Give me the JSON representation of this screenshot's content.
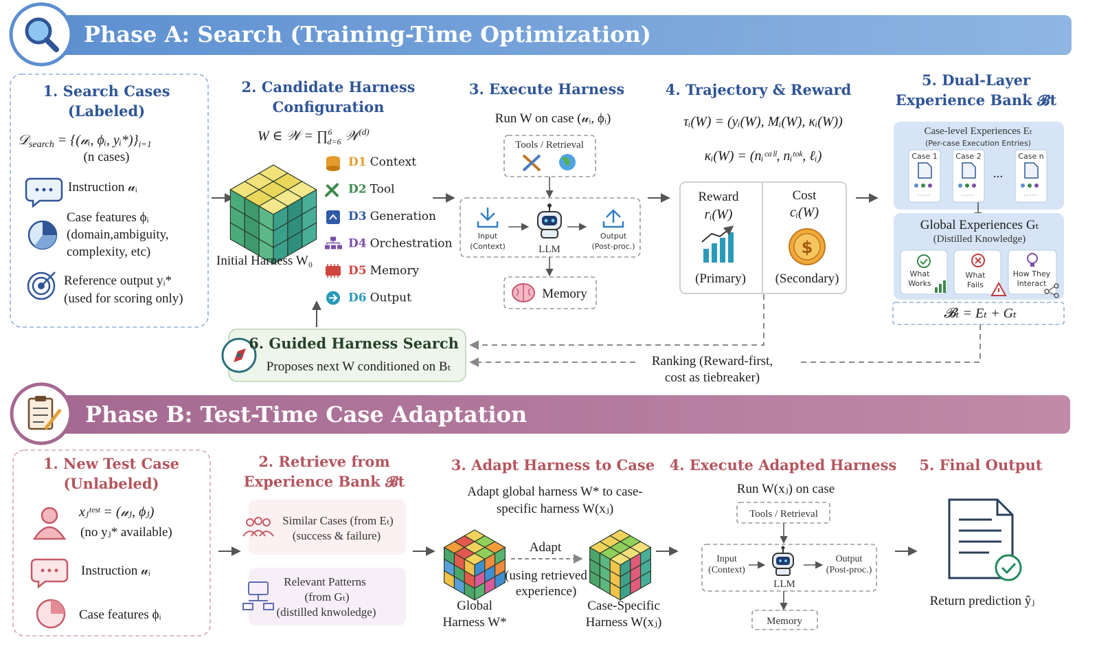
{
  "colors": {
    "blue": "#2f5597",
    "blue_banner": "#7ea7d8",
    "pink": "#b4555e",
    "pink_banner": "#b07b9b",
    "green": "#3a8a4c",
    "red": "#c23b3b",
    "orange": "#e39c2b",
    "purple": "#7a4fa8",
    "teal": "#2a9ab8"
  },
  "phaseA": {
    "title": "Phase A: Search (Training-Time Optimization)",
    "s1": {
      "title1": "1. Search Cases",
      "title2": "(Labeled)",
      "formula": "𝒟search = {(𝓊i, ϕi, yi*)}i=1",
      "formula_main": "𝒟",
      "formula_sub": "search",
      "formula_rest": " = {(𝓊ᵢ, ϕᵢ, yᵢ*)}",
      "formula_end": "i=1",
      "ncases": "(n cases)",
      "instr": "Instruction 𝓊ᵢ",
      "feat1": "Case features ϕᵢ",
      "feat2": "(domain,ambiguity,",
      "feat3": "complexity, etc)",
      "ref1": "Reference output yᵢ*",
      "ref2": "(used for scoring only)"
    },
    "s2": {
      "title1": "2. Candidate Harness",
      "title2": "Configuration",
      "formula": "W ∈ 𝒲 = ∏⁶d=6 𝒲⁽ᵈ⁾",
      "formula_a": "W ∈ 𝒲 = ∏",
      "formula_sup": "6",
      "formula_sub": "d=6",
      "formula_b": " 𝒲",
      "formula_c": "(d)",
      "initial": "Initial Harness W₀",
      "dims": [
        {
          "code": "D1",
          "name": "Context"
        },
        {
          "code": "D2",
          "name": "Tool"
        },
        {
          "code": "D3",
          "name": "Generation"
        },
        {
          "code": "D4",
          "name": "Orchestration"
        },
        {
          "code": "D5",
          "name": "Memory"
        },
        {
          "code": "D6",
          "name": "Output"
        }
      ]
    },
    "s3": {
      "title": "3. Execute Harness",
      "run": "Run W on case (𝓊ᵢ, ϕᵢ)",
      "tools": "Tools / Retrieval",
      "input1": "Input",
      "input2": "(Context)",
      "llm": "LLM",
      "output1": "Output",
      "output2": "(Post-proc.)",
      "memory": "Memory"
    },
    "s4": {
      "title": "4. Trajectory & Reward",
      "tau": "τᵢ(W) = (yᵢ(W), Mᵢ(W), κᵢ(W))",
      "kappa": "κᵢ(W) = (nᵢᶜᵃˡˡ, nᵢᵗᵒᵏ, ℓᵢ)",
      "reward1": "Reward",
      "reward2": "rᵢ(W)",
      "primary": "(Primary)",
      "cost1": "Cost",
      "cost2": "cᵢ(W)",
      "secondary": "(Secondary)"
    },
    "s5": {
      "title1": "5. Dual-Layer",
      "title2": "Experience Bank 𝓑t",
      "case_level": "Case-level Experiences Eₜ",
      "case_sub": "(Per-case Execution Entries)",
      "case1": "Case 1",
      "case2": "Case 2",
      "casen": "Case n",
      "dots": "...",
      "global": "Global Experiences Gₜ",
      "global_sub": "(Distilled Knowledge)",
      "ww1": "What",
      "ww2": "Works",
      "wf1": "What",
      "wf2": "Fails",
      "hi1": "How They",
      "hi2": "Interact",
      "bt": "𝓑ₜ = Eₜ + Gₜ"
    },
    "s6": {
      "title": "6. Guided Harness Search",
      "sub": "Proposes next W conditioned on Bₜ"
    },
    "ranking1": "Ranking (Reward-first,",
    "ranking2": "cost as tiebreaker)"
  },
  "phaseB": {
    "title": "Phase B: Test-Time Case Adaptation",
    "s1": {
      "title1": "1. New Test Case",
      "title2": "(Unlabeled)",
      "x1": "xⱼᵗᵉˢᵗ = (𝓊ⱼ, ϕⱼ)",
      "x2": "(no yⱼ* available)",
      "instr": "Instruction 𝓊ᵢ",
      "feat": "Case features ϕᵢ"
    },
    "s2": {
      "title1": "2. Retrieve from",
      "title2": "Experience Bank 𝓑t",
      "sim1": "Similar Cases (from Eₜ)",
      "sim2": "(success & failure)",
      "rel1": "Relevant Patterns",
      "rel2": "(from Gₜ)",
      "rel3": "(distilled knwoledge)"
    },
    "s3": {
      "title": "3. Adapt Harness to Case",
      "desc1": "Adapt global harness W* to case-",
      "desc2": "specific harness W(xⱼ)",
      "adapt": "Adapt",
      "using1": "(using retrieved",
      "using2": "experience)",
      "global1": "Global",
      "global2": "Harness W*",
      "spec1": "Case-Specific",
      "spec2": "Harness W(xⱼ)"
    },
    "s4": {
      "title": "4. Execute Adapted Harness",
      "run": "Run W(xⱼ) on case",
      "tools": "Tools / Retrieval",
      "input1": "Input",
      "input2": "(Context)",
      "llm": "LLM",
      "output1": "Output",
      "output2": "(Post-proc.)",
      "memory": "Memory"
    },
    "s5": {
      "title": "5. Final Output",
      "ret": "Return prediction ŷⱼ"
    }
  }
}
